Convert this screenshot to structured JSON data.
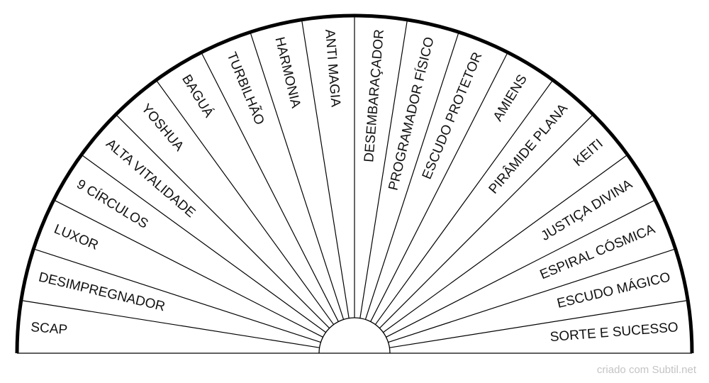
{
  "chart": {
    "segments": [
      "SCAP",
      "DESIMPREGNADOR",
      "LUXOR",
      "9 CÍRCULOS",
      "ALTA VITALIDADE",
      "YOSHUA",
      "BAGUÁ",
      "TURBILHÃO",
      "HARMONIA",
      "ANTI MAGIA",
      "DESEMBARAÇADOR",
      "PROGRAMADOR FÍSICO",
      "ESCUDO PROTETOR",
      "AMIENS",
      "PIRÂMIDE PLANA",
      "KEITI",
      "JUSTIÇA DIVINA",
      "ESPIRAL CÓSMICA",
      "ESCUDO MÁGICO",
      "SORTE E SUCESSO"
    ],
    "colors": {
      "line": "#000000",
      "text": "#111111"
    }
  },
  "credit": "criado com Subtil.net"
}
